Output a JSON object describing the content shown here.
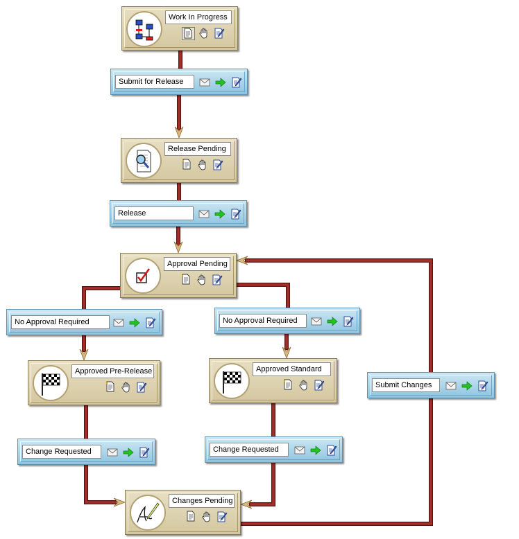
{
  "icons": {
    "state": [
      "document-icon",
      "hand-icon",
      "edit-document-icon"
    ],
    "transition": [
      "envelope-icon",
      "green-arrow-icon",
      "edit-document-icon"
    ]
  },
  "colors": {
    "wire": "#a3302a",
    "state_fill": "#ddd2b0",
    "transition_fill": "#aad4ea",
    "arrowhead": "#d8b880"
  },
  "states": [
    {
      "id": "work-in-progress",
      "label": "Work In Progress",
      "icon": "workflow-icon"
    },
    {
      "id": "release-pending",
      "label": "Release Pending",
      "icon": "magnifier-document-icon"
    },
    {
      "id": "approval-pending",
      "label": "Approval Pending",
      "icon": "checkbox-icon"
    },
    {
      "id": "approved-pre-release",
      "label": "Approved Pre-Release",
      "icon": "checkered-flag-icon"
    },
    {
      "id": "approved-standard",
      "label": "Approved Standard",
      "icon": "checkered-flag-icon"
    },
    {
      "id": "changes-pending",
      "label": "Changes Pending",
      "icon": "pen-signature-icon"
    }
  ],
  "transitions": [
    {
      "id": "submit-for-release",
      "label": "Submit for Release"
    },
    {
      "id": "release",
      "label": "Release"
    },
    {
      "id": "no-approval-required-left",
      "label": "No Approval Required"
    },
    {
      "id": "no-approval-required-right",
      "label": "No Approval Required"
    },
    {
      "id": "change-requested-left",
      "label": "Change Requested"
    },
    {
      "id": "change-requested-right",
      "label": "Change Requested"
    },
    {
      "id": "submit-changes",
      "label": "Submit Changes"
    }
  ]
}
